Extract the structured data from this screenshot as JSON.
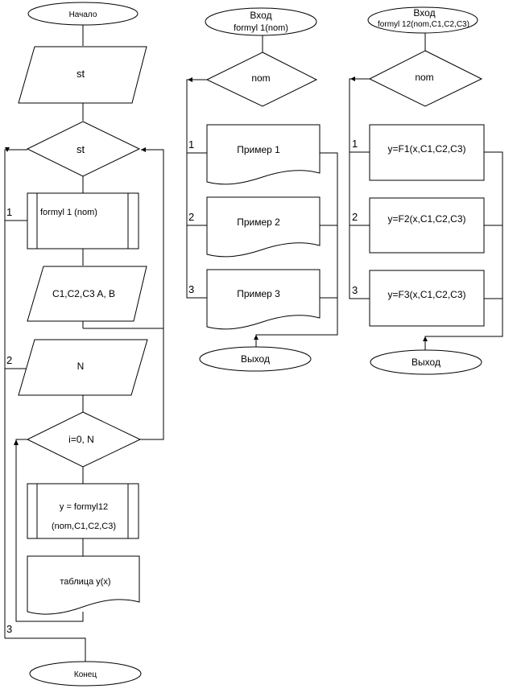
{
  "main": {
    "start": "Начало",
    "st_input": "st",
    "st_choice": "st",
    "call_formyl1": "formyl 1  (nom)",
    "input_coeffs": "C1,C2,C3  A, B",
    "input_n": "N",
    "loop": "i=0, N",
    "calc_line1": "y = formyl12",
    "calc_line2": "(nom,C1,C2,C3)",
    "table": "таблица y(x)",
    "end": "Конец",
    "branch_1": "1",
    "branch_2": "2",
    "branch_3": "3"
  },
  "proc1": {
    "entry_line1": "Вход",
    "entry_line2": "formyl 1(nom)",
    "choice": "nom",
    "case1": "Пример 1",
    "case2": "Пример 2",
    "case3": "Пример 3",
    "exit": "Выход",
    "branch_1": "1",
    "branch_2": "2",
    "branch_3": "3"
  },
  "proc2": {
    "entry_line1": "Вход",
    "entry_line2": "formyl 12(nom,C1,C2,C3)",
    "choice": "nom",
    "case1": "y=F1(x,C1,C2,C3)",
    "case2": "y=F2(x,C1,C2,C3)",
    "case3": "y=F3(x,C1,C2,C3)",
    "exit": "Выход",
    "branch_1": "1",
    "branch_2": "2",
    "branch_3": "3"
  }
}
